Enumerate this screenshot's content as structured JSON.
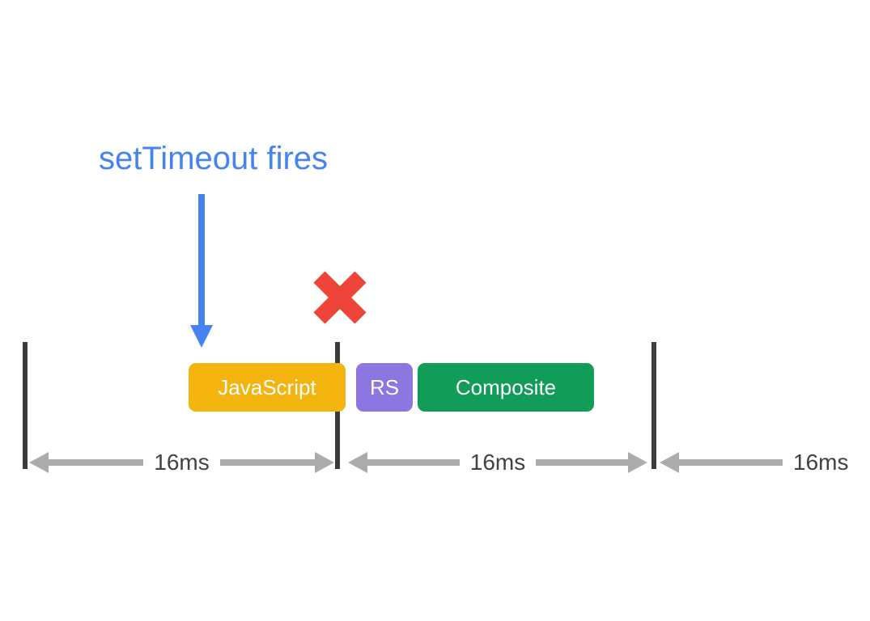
{
  "title": "setTimeout fires",
  "boxes": [
    {
      "label": "JavaScript",
      "color": "#F3B40D"
    },
    {
      "label": "RS",
      "color": "#8E76E0"
    },
    {
      "label": "Composite",
      "color": "#119C57"
    }
  ],
  "measurements": [
    {
      "label": "16ms"
    },
    {
      "label": "16ms"
    },
    {
      "label": "16ms"
    }
  ],
  "frame_lines": {
    "count": 3
  },
  "colors": {
    "title_blue": "#4584EE",
    "arrow_blue": "#4584EE",
    "x_red": "#EE4437",
    "frame_line_dark": "#3B3B3D",
    "measure_gray": "#A9ABAD",
    "measure_text_gray": "#3F4245",
    "background": "#FFFFFF"
  }
}
